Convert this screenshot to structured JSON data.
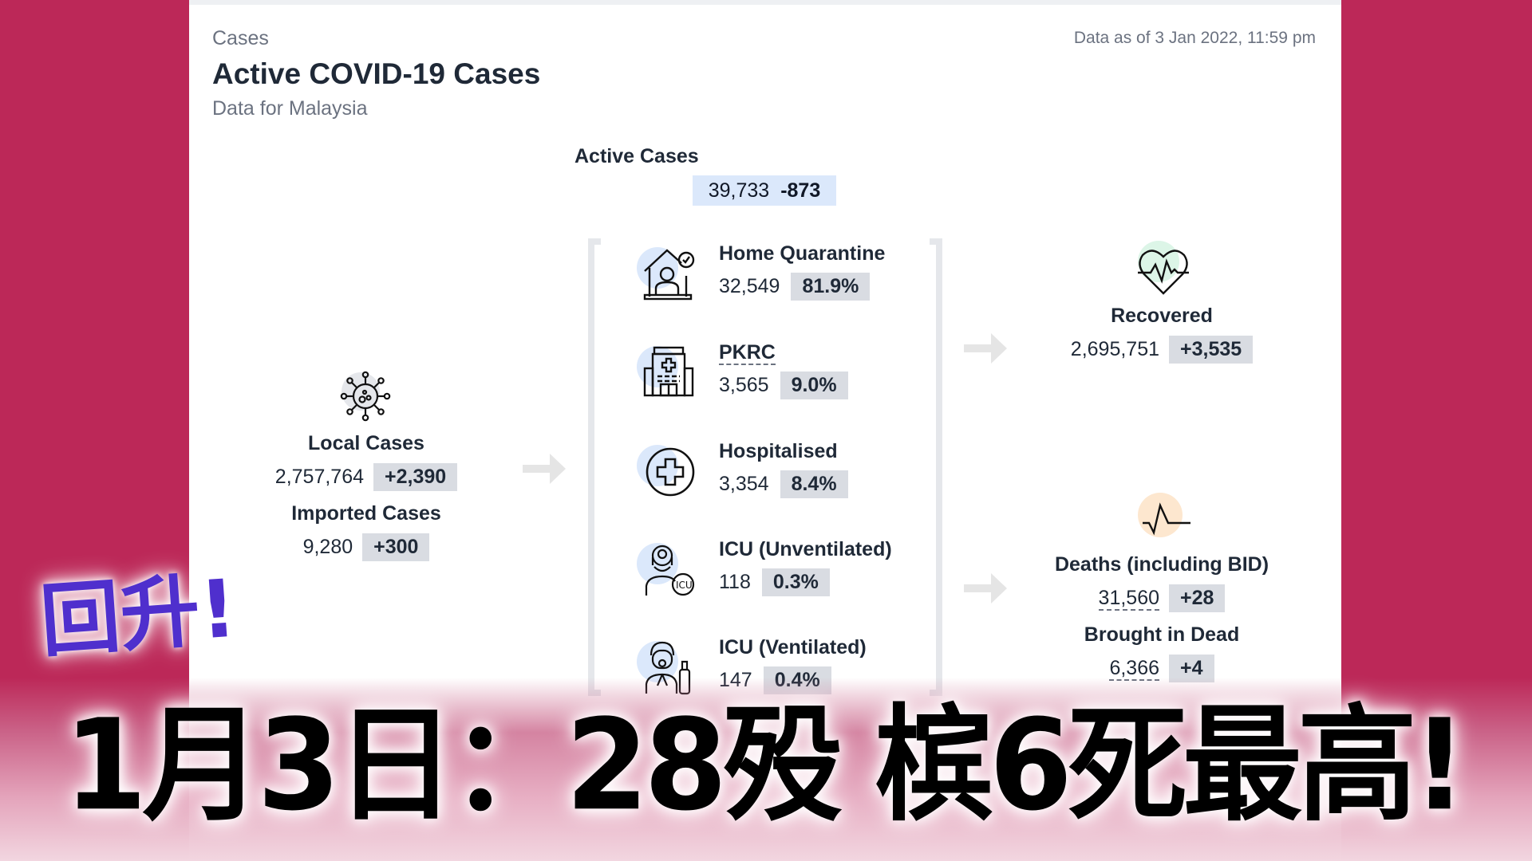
{
  "header": {
    "kicker": "Cases",
    "title": "Active COVID-19 Cases",
    "subtitle": "Data for Malaysia",
    "data_as_of": "Data as of 3 Jan 2022, 11:59 pm"
  },
  "active": {
    "label": "Active Cases",
    "value": "39,733",
    "delta": "-873"
  },
  "inflow": {
    "icon": "virus-icon",
    "local_label": "Local Cases",
    "local_value": "2,757,764",
    "local_delta": "+2,390",
    "imported_label": "Imported Cases",
    "imported_value": "9,280",
    "imported_delta": "+300"
  },
  "breakdown": [
    {
      "label": "Home Quarantine",
      "value": "32,549",
      "pct": "81.9%",
      "icon": "home-quarantine-icon"
    },
    {
      "label": "PKRC",
      "value": "3,565",
      "pct": "9.0%",
      "icon": "hospital-building-icon"
    },
    {
      "label": "Hospitalised",
      "value": "3,354",
      "pct": "8.4%",
      "icon": "medical-cross-icon"
    },
    {
      "label": "ICU (Unventilated)",
      "value": "118",
      "pct": "0.3%",
      "icon": "icu-doctor-icon"
    },
    {
      "label": "ICU (Ventilated)",
      "value": "147",
      "pct": "0.4%",
      "icon": "ventilator-patient-icon"
    }
  ],
  "outflow": {
    "recovered_label": "Recovered",
    "recovered_value": "2,695,751",
    "recovered_delta": "+3,535",
    "deaths_label": "Deaths (including BID)",
    "deaths_value": "31,560",
    "deaths_delta": "+28",
    "bid_label": "Brought in Dead",
    "bid_value": "6,366",
    "bid_delta": "+4"
  },
  "overlay": {
    "rise_text": "回升!",
    "headline": "1月3日：28殁  槟6死最高!"
  },
  "colors": {
    "background": "#BC2858",
    "chip": "#D9DCE2",
    "active_chip": "#DBE8FB",
    "rise_text": "#4F2FCD",
    "recovered_accent": "#DCF5E7",
    "death_accent": "#FDE7CF"
  }
}
